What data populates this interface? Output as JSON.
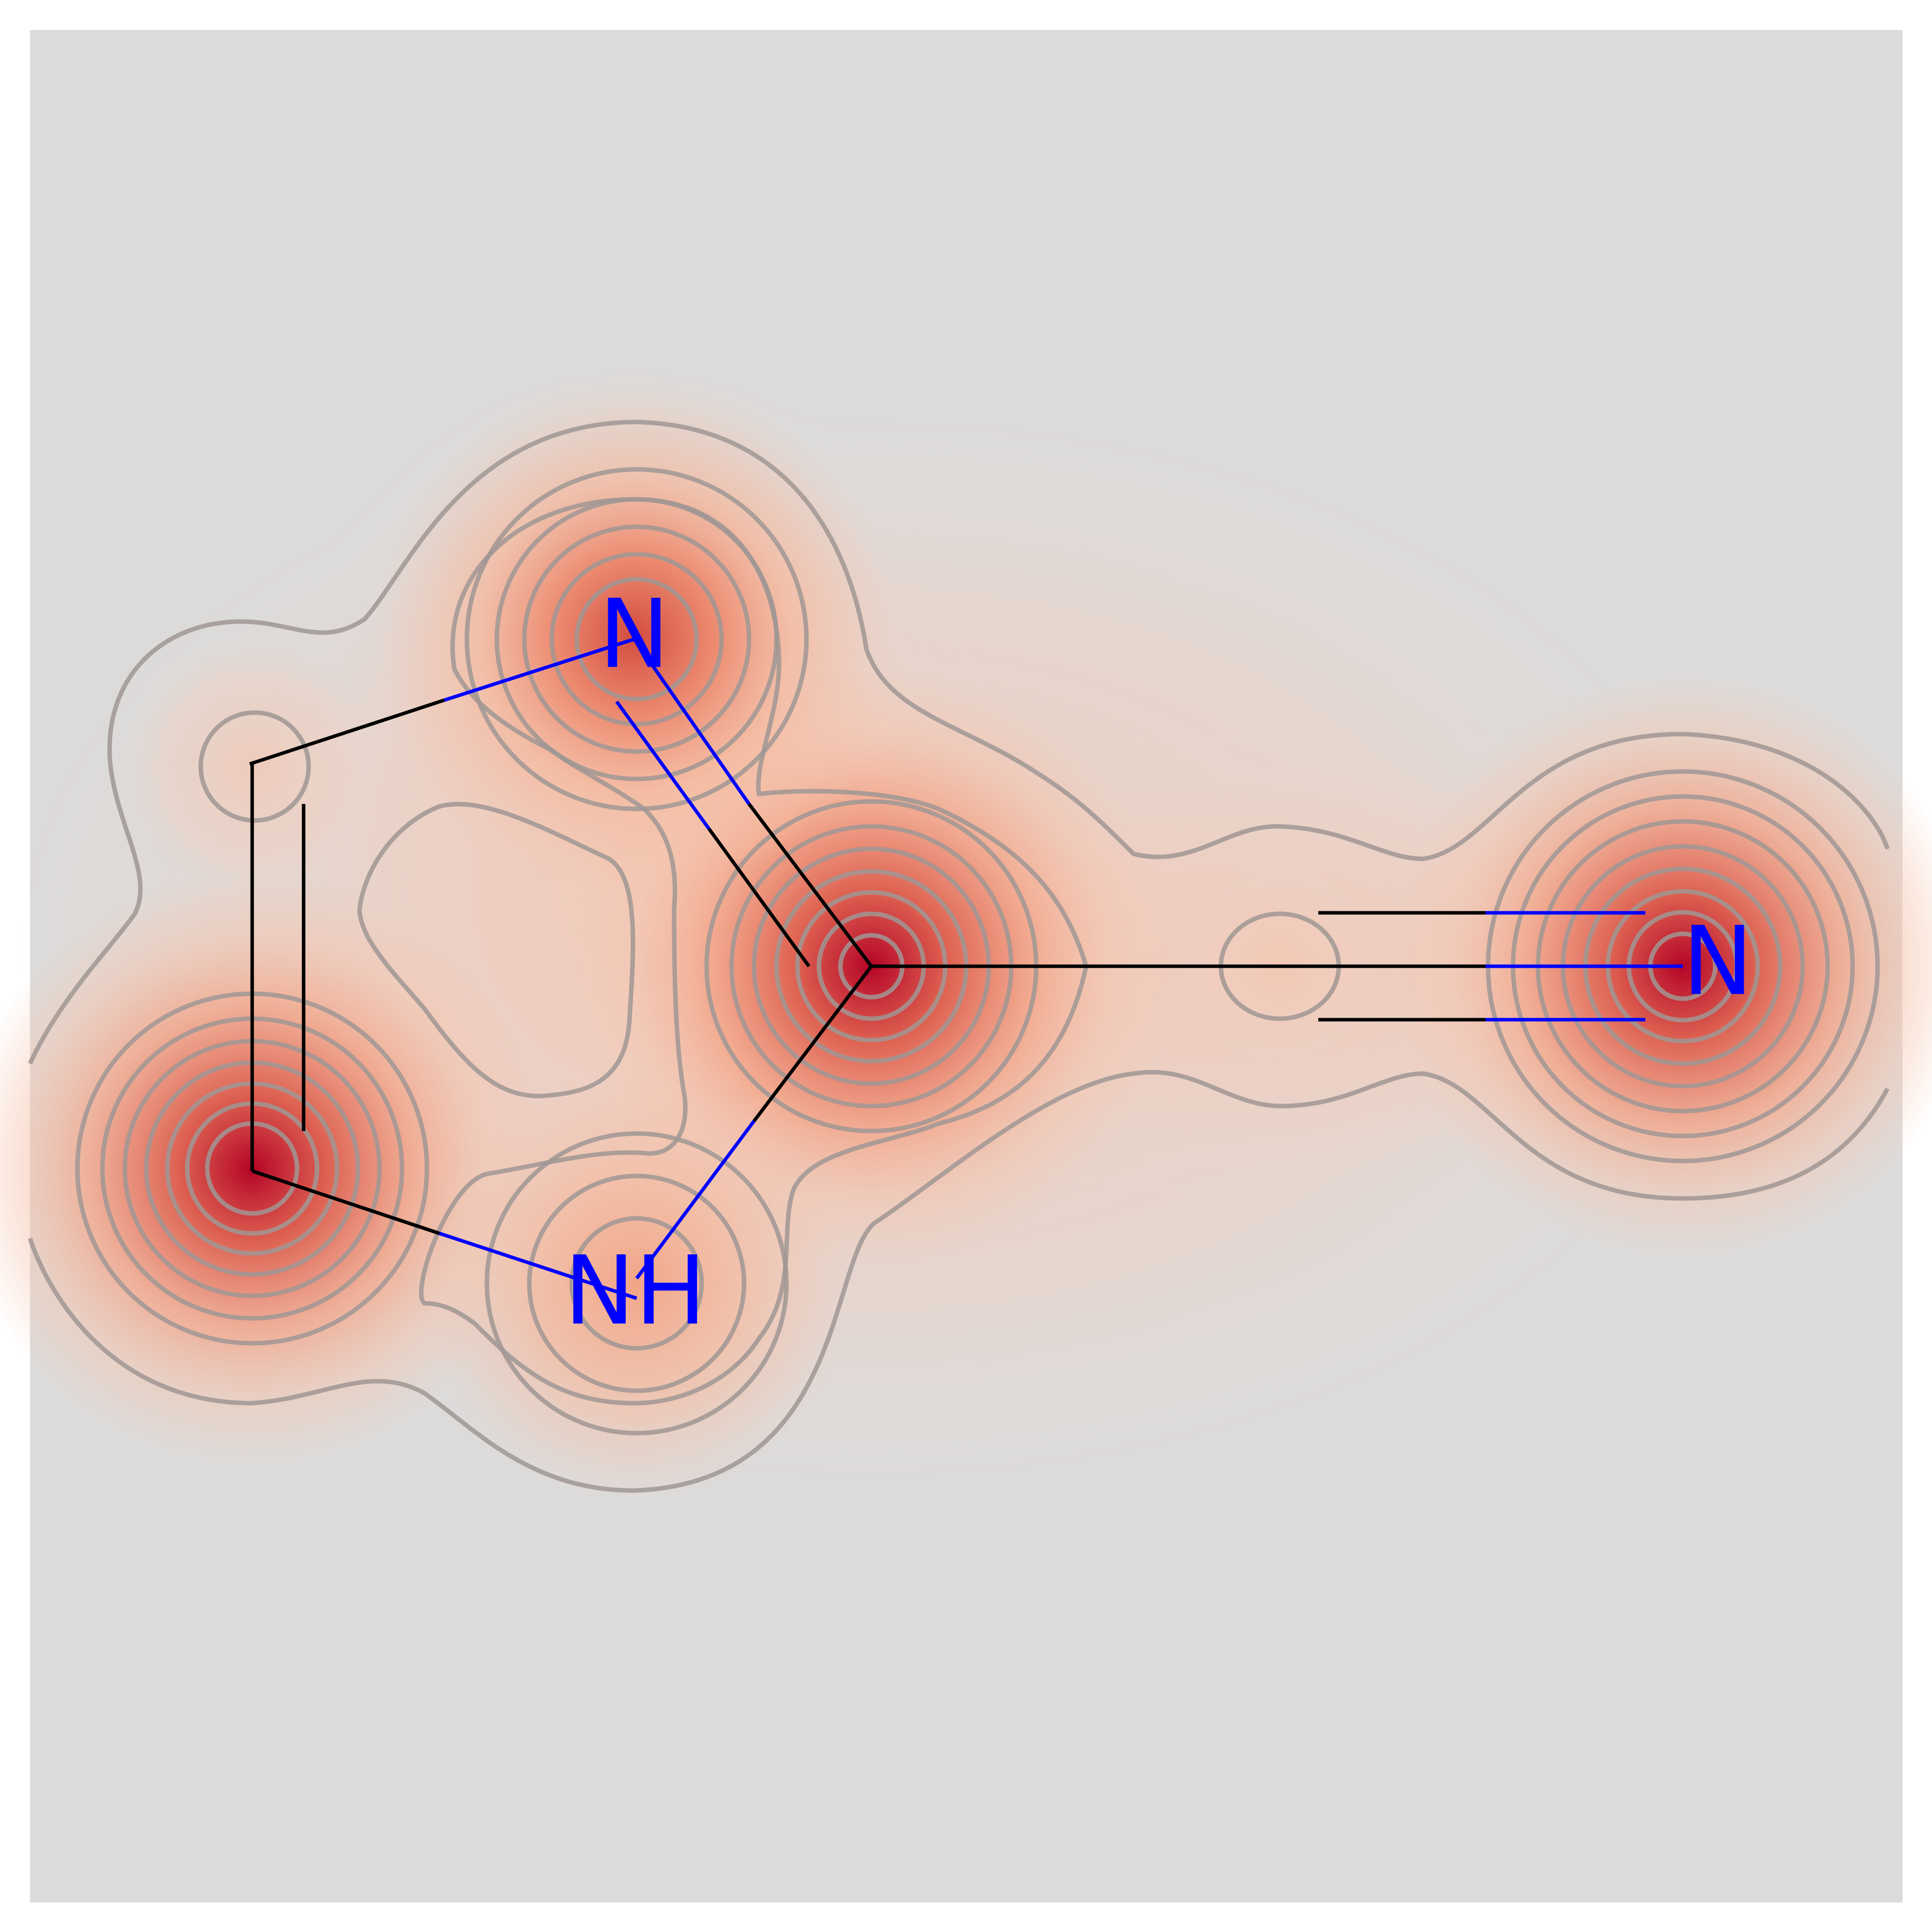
{
  "figure": {
    "type": "molecule-similarity-map",
    "background_color": "#dddbda",
    "heat_color_low": "#f6c4ad",
    "heat_color_high": "#b40426",
    "contour_color": "#a09694",
    "bond_color": "#000000",
    "heteroatom_color": "#0000ff"
  },
  "atoms": [
    {
      "id": "n_top",
      "label": "N"
    },
    {
      "id": "nh_bottom",
      "label": "NH"
    },
    {
      "id": "n_nitrile",
      "label": "N"
    }
  ]
}
